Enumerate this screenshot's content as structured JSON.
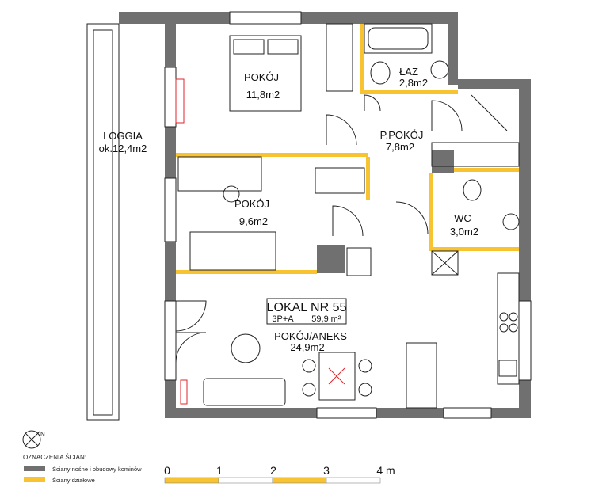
{
  "rooms": {
    "bedroom1": {
      "name": "POKÓJ",
      "area": "11,8m2"
    },
    "bedroom2": {
      "name": "POKÓJ",
      "area": "9,6m2"
    },
    "loggia": {
      "name": "LOGGIA",
      "area": "ok.12,4m2"
    },
    "bathroom": {
      "name": "ŁAZ",
      "area": "2,8m2"
    },
    "hall": {
      "name": "P.POKÓJ",
      "area": "7,8m2"
    },
    "wc": {
      "name": "WC",
      "area": "3,0m2"
    },
    "living": {
      "name": "POKÓJ/ANEKS",
      "area": "24,9m2"
    }
  },
  "unit": {
    "title": "LOKAL NR 55",
    "type": "3P+A",
    "area": "59,9",
    "unit": "m²"
  },
  "legend": {
    "north": "N",
    "title": "OZNACZENIA ŚCIAN:",
    "items": [
      {
        "label": "Ściany nośne i obudowy kominów",
        "color": "#707070"
      },
      {
        "label": "Ściany działowe",
        "color": "#f7c331"
      }
    ]
  },
  "scale": {
    "ticks": [
      "0",
      "1",
      "2",
      "3",
      "4 m"
    ]
  }
}
